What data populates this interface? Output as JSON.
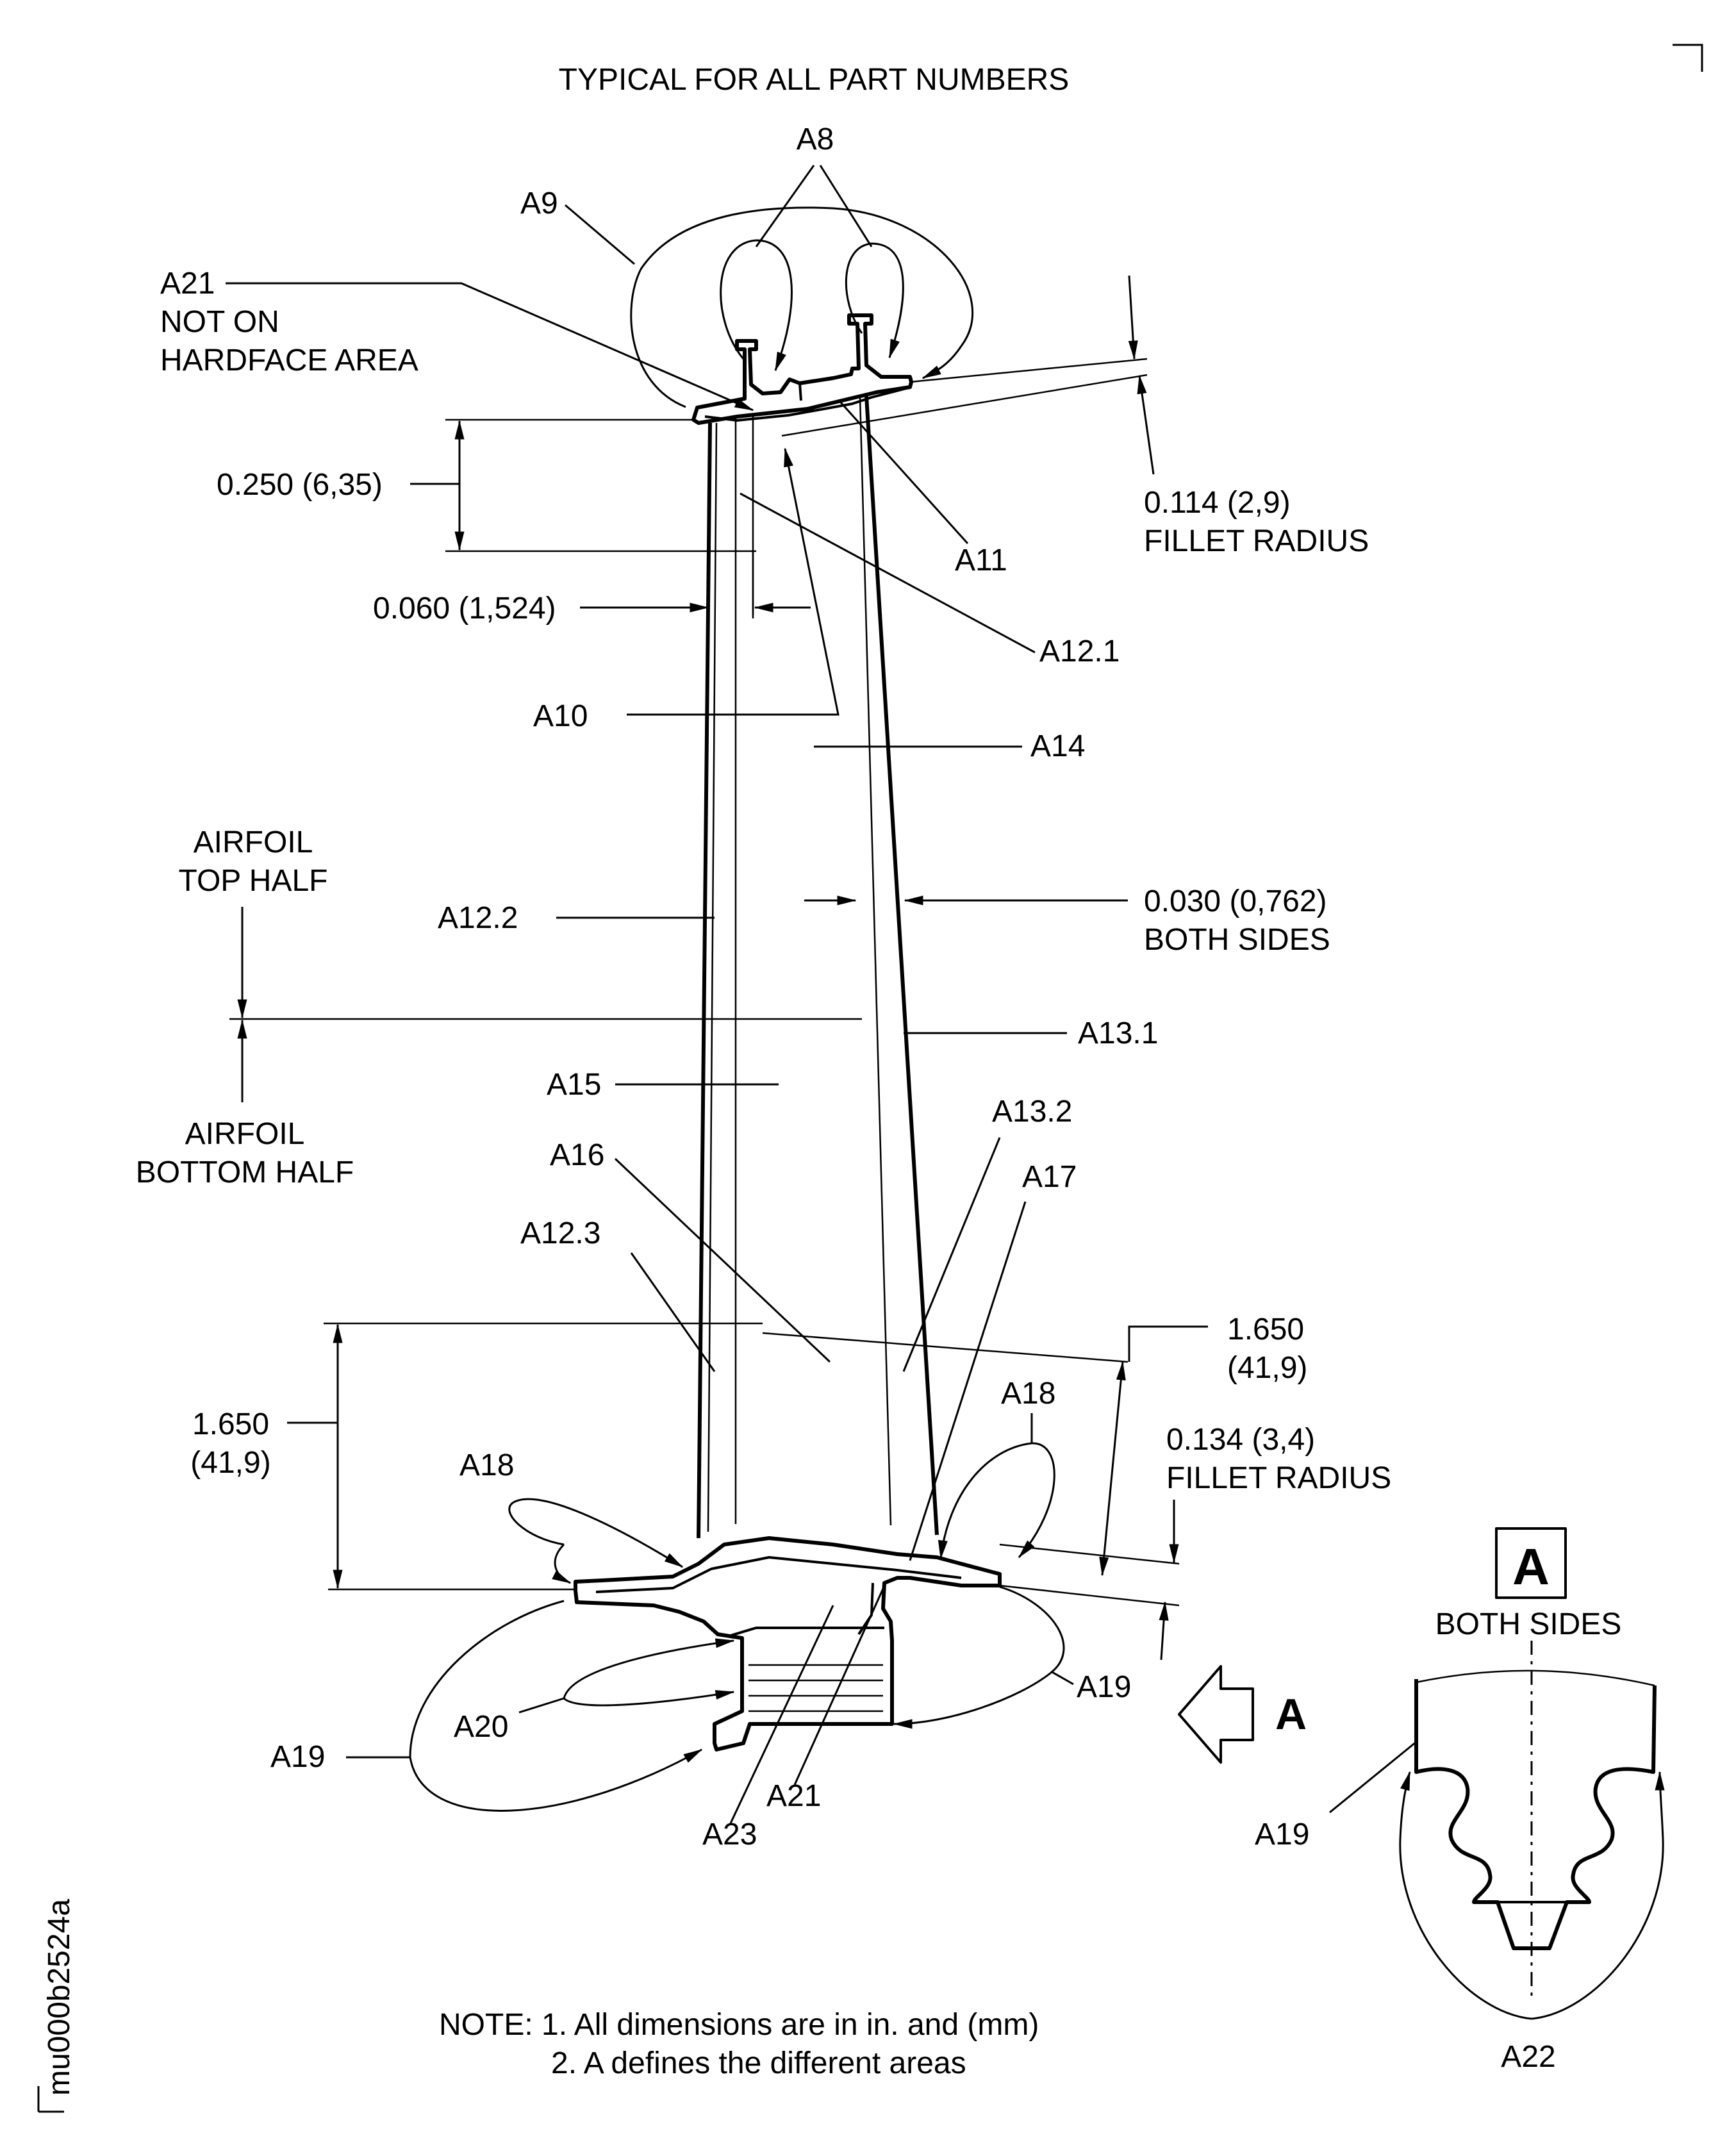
{
  "header": {
    "title": "TYPICAL FOR ALL PART NUMBERS"
  },
  "labels": {
    "a8": "A8",
    "a9": "A9",
    "a21_top_l1": "A21",
    "a21_top_l2": "NOT ON",
    "a21_top_l3": "HARDFACE AREA",
    "a11": "A11",
    "a12_1": "A12.1",
    "a10": "A10",
    "a14": "A14",
    "a12_2": "A12.2",
    "a13_1": "A13.1",
    "a15": "A15",
    "a13_2": "A13.2",
    "a16": "A16",
    "a17": "A17",
    "a12_3": "A12.3",
    "a18_right": "A18",
    "a18_left": "A18",
    "a19_right": "A19",
    "a19_left": "A19",
    "a20": "A20",
    "a21_bottom": "A21",
    "a23": "A23",
    "airfoil_top_l1": "AIRFOIL",
    "airfoil_top_l2": "TOP HALF",
    "airfoil_bottom_l1": "AIRFOIL",
    "airfoil_bottom_l2": "BOTTOM HALF"
  },
  "dimensions": {
    "d_0250": "0.250 (6,35)",
    "d_0060": "0.060 (1,524)",
    "d_0114_l1": "0.114 (2,9)",
    "d_0114_l2": "FILLET RADIUS",
    "d_0030_l1": "0.030 (0,762)",
    "d_0030_l2": "BOTH SIDES",
    "d_1650_left_l1": "1.650",
    "d_1650_left_l2": "(41,9)",
    "d_1650_right_l1": "1.650",
    "d_1650_right_l2": "(41,9)",
    "d_0134_l1": "0.134 (3,4)",
    "d_0134_l2": "FILLET RADIUS"
  },
  "view_a": {
    "box_letter": "A",
    "both_sides": "BOTH SIDES",
    "arrow_letter": "A",
    "a19": "A19",
    "a22": "A22"
  },
  "notes": {
    "line1": "NOTE: 1. All dimensions are in in. and (mm)",
    "line2": "2. A defines the different areas"
  },
  "figure_id": "mu000b2524a"
}
